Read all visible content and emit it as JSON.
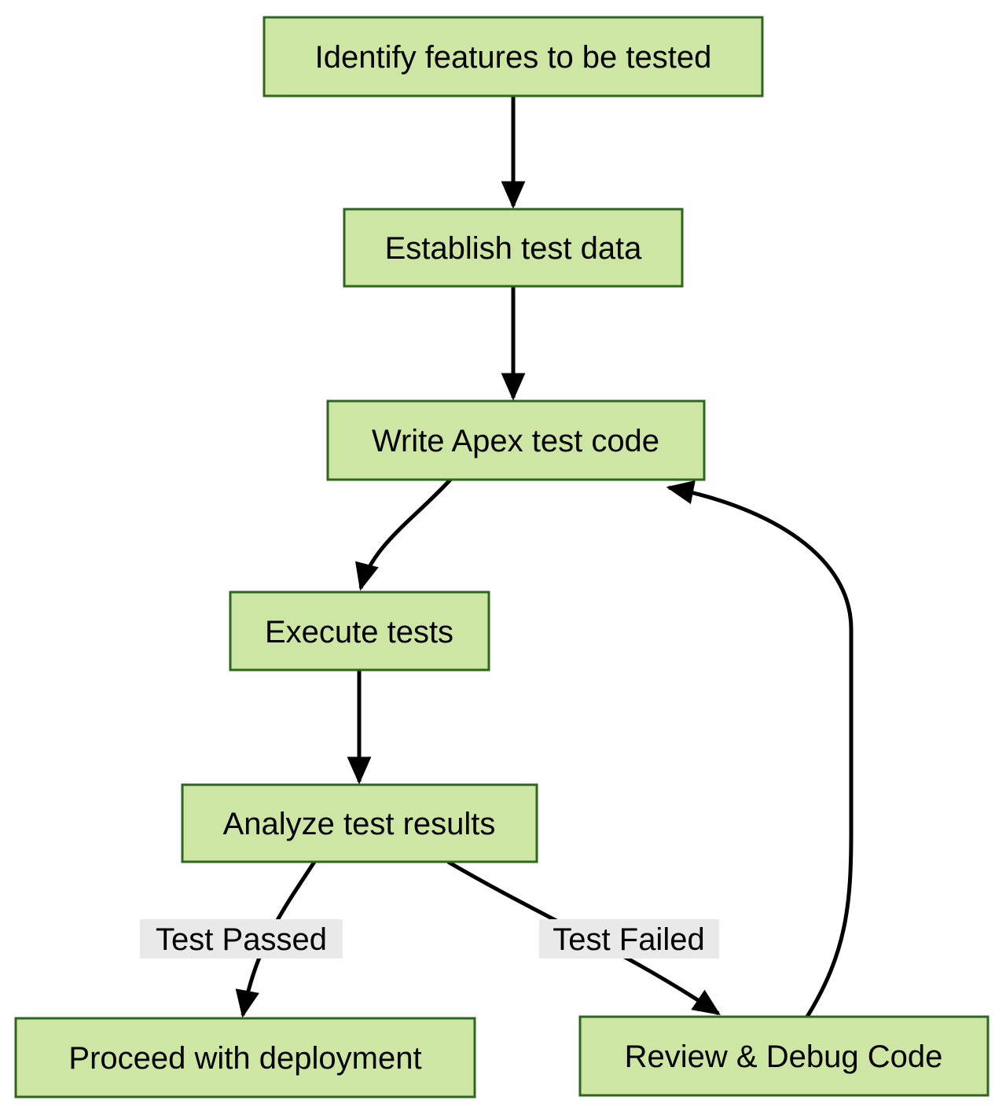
{
  "diagram": {
    "type": "flowchart",
    "nodes": {
      "identify": {
        "label": "Identify features to be tested"
      },
      "establish": {
        "label": "Establish test data"
      },
      "write": {
        "label": "Write Apex test code"
      },
      "execute": {
        "label": "Execute tests"
      },
      "analyze": {
        "label": "Analyze test results"
      },
      "proceed": {
        "label": "Proceed with deployment"
      },
      "review": {
        "label": "Review & Debug Code"
      }
    },
    "edges": [
      {
        "from": "identify",
        "to": "establish",
        "label": ""
      },
      {
        "from": "establish",
        "to": "write",
        "label": ""
      },
      {
        "from": "write",
        "to": "execute",
        "label": ""
      },
      {
        "from": "execute",
        "to": "analyze",
        "label": ""
      },
      {
        "from": "analyze",
        "to": "proceed",
        "label": "Test Passed"
      },
      {
        "from": "analyze",
        "to": "review",
        "label": "Test Failed"
      },
      {
        "from": "review",
        "to": "write",
        "label": ""
      }
    ],
    "edge_labels": {
      "passed": "Test Passed",
      "failed": "Test Failed"
    },
    "colors": {
      "background": "#ffffff",
      "node_fill": "#cde6a3",
      "node_border": "#2d661c",
      "edge_stroke": "#000000",
      "arrowhead": "#000000",
      "edge_label_bg": "#e9e9e9",
      "text": "#000000"
    }
  }
}
